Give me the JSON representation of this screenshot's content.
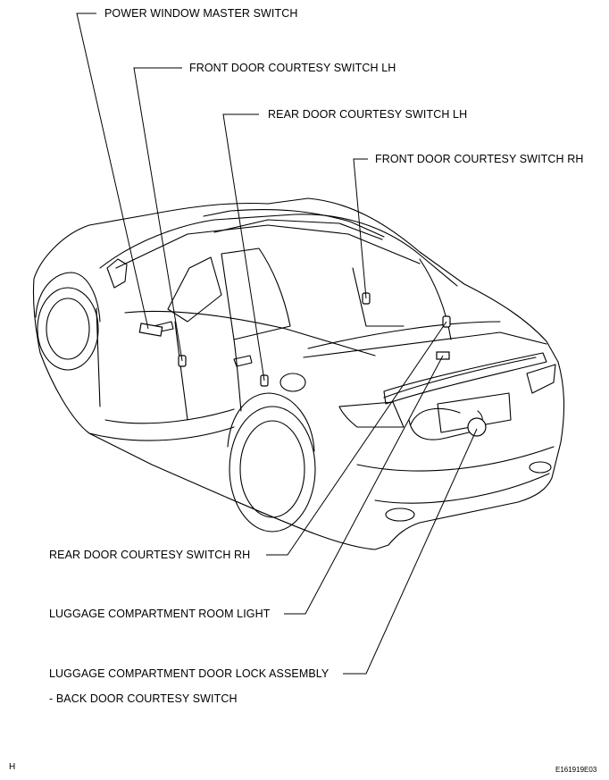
{
  "labels": {
    "power_window_master_switch": "POWER WINDOW MASTER SWITCH",
    "front_door_courtesy_switch_lh": "FRONT DOOR COURTESY SWITCH  LH",
    "rear_door_courtesy_switch_lh": "REAR DOOR COURTESY SWITCH  LH",
    "front_door_courtesy_switch_rh": "FRONT DOOR COURTESY SWITCH RH",
    "rear_door_courtesy_switch_rh": "REAR DOOR COURTESY SWITCH  RH",
    "luggage_compartment_room_light": "LUGGAGE COMPARTMENT ROOM LIGHT",
    "luggage_compartment_door_lock_assembly": "LUGGAGE COMPARTMENT DOOR LOCK ASSEMBLY",
    "back_door_courtesy_switch": "-  BACK DOOR COURTESY SWITCH"
  },
  "corner_mark": "H",
  "figure_id": "E161919E03"
}
